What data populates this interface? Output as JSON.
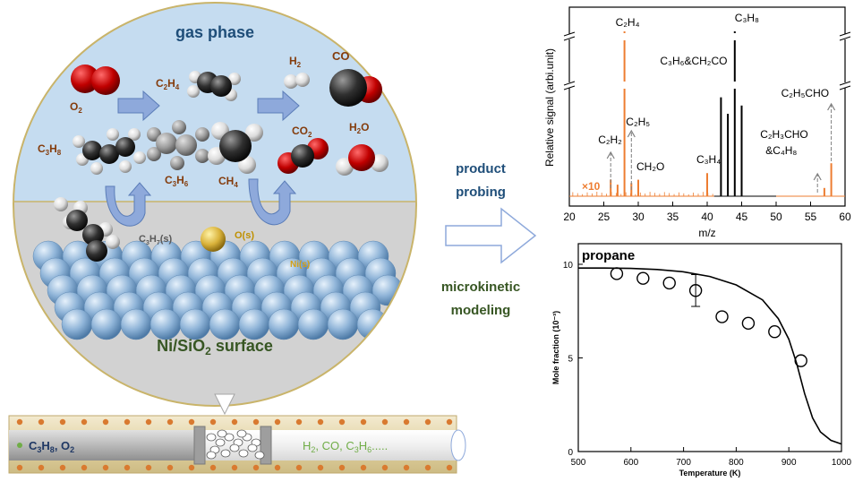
{
  "colors": {
    "gas_phase_bg": "#c5dcf0",
    "surface_bg": "#d2d2d2",
    "circle_outline": "#c9b46a",
    "title_blue": "#1f4e79",
    "title_green": "#375623",
    "molecule_label": "#843c0c",
    "arrow_fill": "#8ea9db",
    "tube_body": "#e8ddb8",
    "tube_dot": "#d97a30",
    "inner_tube": "#bfbfbf",
    "reactant_text": "#1f3864",
    "product_text": "#70ad47",
    "orange_spectrum": "#ed7d31",
    "black": "#000000"
  },
  "diagram": {
    "gas_phase_title": "gas phase",
    "surface_title_pre": "Ni/SiO",
    "surface_title_sub": "2",
    "surface_title_post": " surface",
    "labels": {
      "o2": "O",
      "o2_sub": "2",
      "c2h4_a": "C",
      "c2h4_b": "2",
      "c2h4_c": "H",
      "c2h4_d": "4",
      "h2": "H",
      "h2_sub": "2",
      "co": "CO",
      "co2": "CO",
      "co2_sub": "2",
      "h2o_a": "H",
      "h2o_b": "2",
      "h2o_c": "O",
      "c3h8_a": "C",
      "c3h8_b": "3",
      "c3h8_c": "H",
      "c3h8_d": "8",
      "c3h6_a": "C",
      "c3h6_b": "3",
      "c3h6_c": "H",
      "c3h6_d": "6",
      "ch4_a": "CH",
      "ch4_b": "4",
      "c3h7s_a": "C",
      "c3h7s_b": "3",
      "c3h7s_c": "H",
      "c3h7s_d": "7",
      "c3h7s_e": "(s)",
      "os": "O(s)",
      "nis": "Ni(s)"
    },
    "product_probing_1": "product",
    "product_probing_2": "probing",
    "microkinetic_1": "microkinetic",
    "microkinetic_2": "modeling",
    "tube": {
      "reactants_a": "C",
      "reactants_b": "3",
      "reactants_c": "H",
      "reactants_d": "8",
      "reactants_e": ", O",
      "reactants_f": "2",
      "products_a": "H",
      "products_b": "2",
      "products_c": ", CO, C",
      "products_d": "3",
      "products_e": "H",
      "products_f": "6",
      "products_g": "....."
    }
  },
  "chart_data": [
    {
      "type": "line",
      "ylabel": "Relative signal (arbi.unit)",
      "xlabel": "m/z",
      "xlim": [
        20,
        60
      ],
      "xticks": [
        20,
        25,
        30,
        35,
        40,
        45,
        50,
        55,
        60
      ],
      "scale_label": "×10",
      "series": [
        {
          "color": "orange",
          "peaks": [
            {
              "x": 26,
              "y": 0.1
            },
            {
              "x": 27,
              "y": 0.07
            },
            {
              "x": 28,
              "y": 1.0
            },
            {
              "x": 29,
              "y": 0.08
            },
            {
              "x": 30,
              "y": 0.1
            },
            {
              "x": 40,
              "y": 0.14
            },
            {
              "x": 57,
              "y": 0.05
            },
            {
              "x": 58,
              "y": 0.2
            }
          ]
        },
        {
          "color": "black",
          "peaks": [
            {
              "x": 42,
              "y": 0.6
            },
            {
              "x": 43,
              "y": 0.5
            },
            {
              "x": 44,
              "y": 1.0
            },
            {
              "x": 45,
              "y": 0.55
            }
          ]
        }
      ],
      "annotations": [
        {
          "x": 26,
          "text": "C₂H₂"
        },
        {
          "x": 28,
          "text": "C₂H₄"
        },
        {
          "x": 29,
          "text": "C₂H₅"
        },
        {
          "x": 30,
          "text": "CH₂O"
        },
        {
          "x": 40,
          "text": "C₃H₄"
        },
        {
          "x": 42,
          "text": "C₃H₆&CH₂CO"
        },
        {
          "x": 44,
          "text": "C₃H₈"
        },
        {
          "x": 56,
          "text": "C₂H₃CHO"
        },
        {
          "x": 56,
          "text": "&C₄H₈"
        },
        {
          "x": 58,
          "text": "C₂H₅CHO"
        }
      ]
    },
    {
      "type": "scatter",
      "title": "propane",
      "xlabel": "Temperature (K)",
      "ylabel": "Mole fraction (10⁻³)",
      "xlim": [
        500,
        1000
      ],
      "ylim": [
        0,
        10
      ],
      "xticks": [
        500,
        600,
        700,
        800,
        900,
        1000
      ],
      "yticks": [
        0,
        5,
        10
      ],
      "points": [
        {
          "x": 573,
          "y": 9.5
        },
        {
          "x": 623,
          "y": 9.25
        },
        {
          "x": 673,
          "y": 9.0
        },
        {
          "x": 723,
          "y": 8.6,
          "err": 0.85
        },
        {
          "x": 773,
          "y": 7.2
        },
        {
          "x": 823,
          "y": 6.85
        },
        {
          "x": 873,
          "y": 6.4
        },
        {
          "x": 923,
          "y": 4.85
        }
      ],
      "model_curve": [
        {
          "x": 500,
          "y": 9.8
        },
        {
          "x": 550,
          "y": 9.8
        },
        {
          "x": 600,
          "y": 9.78
        },
        {
          "x": 650,
          "y": 9.72
        },
        {
          "x": 700,
          "y": 9.6
        },
        {
          "x": 750,
          "y": 9.35
        },
        {
          "x": 800,
          "y": 8.9
        },
        {
          "x": 850,
          "y": 8.1
        },
        {
          "x": 880,
          "y": 7.1
        },
        {
          "x": 900,
          "y": 6.0
        },
        {
          "x": 915,
          "y": 4.7
        },
        {
          "x": 930,
          "y": 3.1
        },
        {
          "x": 945,
          "y": 1.8
        },
        {
          "x": 960,
          "y": 1.05
        },
        {
          "x": 980,
          "y": 0.6
        },
        {
          "x": 1000,
          "y": 0.4
        }
      ]
    }
  ]
}
